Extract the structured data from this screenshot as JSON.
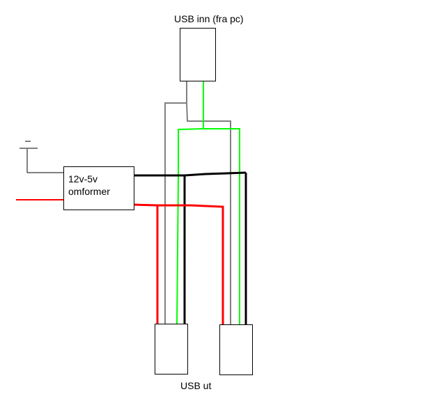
{
  "labels": {
    "usb_in": "USB inn (fra pc)",
    "converter_line1": "12v-5v",
    "converter_line2": "omformer",
    "usb_out": "USB ut"
  },
  "colors": {
    "ground": "#000000",
    "power_12v": "#ff0000",
    "data_minus": "#808080",
    "data_plus": "#00ff00",
    "output_5v": "#000000"
  },
  "components": [
    {
      "id": "usb-in",
      "label": "USB inn (fra pc)"
    },
    {
      "id": "converter",
      "label": "12v-5v omformer"
    },
    {
      "id": "usb-out-1",
      "label": "USB ut"
    },
    {
      "id": "usb-out-2",
      "label": "USB ut"
    }
  ]
}
